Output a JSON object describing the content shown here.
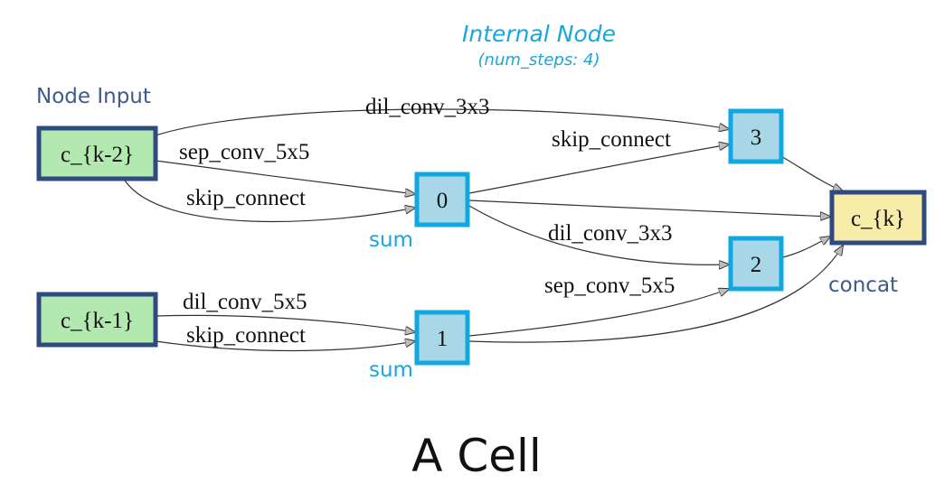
{
  "colors": {
    "input_fill": "#b3e8b0",
    "input_stroke": "#2f4a80",
    "internal_fill": "#a8d8e8",
    "internal_stroke": "#10a8e0",
    "output_fill": "#f7eda8",
    "output_stroke": "#2f4a80",
    "annotation_blue": "#1aa6dc",
    "annotation_navy": "#3d5a8c"
  },
  "annotations": {
    "internal_title": "Internal Node",
    "internal_subtitle": "(num_steps: 4)",
    "node_input": "Node Input",
    "sum_top": "sum",
    "sum_bottom": "sum",
    "concat": "concat"
  },
  "nodes": {
    "c_k2": "c_{k-2}",
    "c_k1": "c_{k-1}",
    "n0": "0",
    "n1": "1",
    "n2": "2",
    "n3": "3",
    "c_k": "c_{k}"
  },
  "edges": {
    "ck2_to_3": "dil_conv_3x3",
    "n0_to_3": "skip_connect",
    "ck2_to_0_sep": "sep_conv_5x5",
    "ck2_to_0_skip": "skip_connect",
    "n0_to_2": "dil_conv_3x3",
    "n1_to_2": "sep_conv_5x5",
    "ck1_to_1_dil": "dil_conv_5x5",
    "ck1_to_1_skip": "skip_connect"
  },
  "caption": "A Cell"
}
